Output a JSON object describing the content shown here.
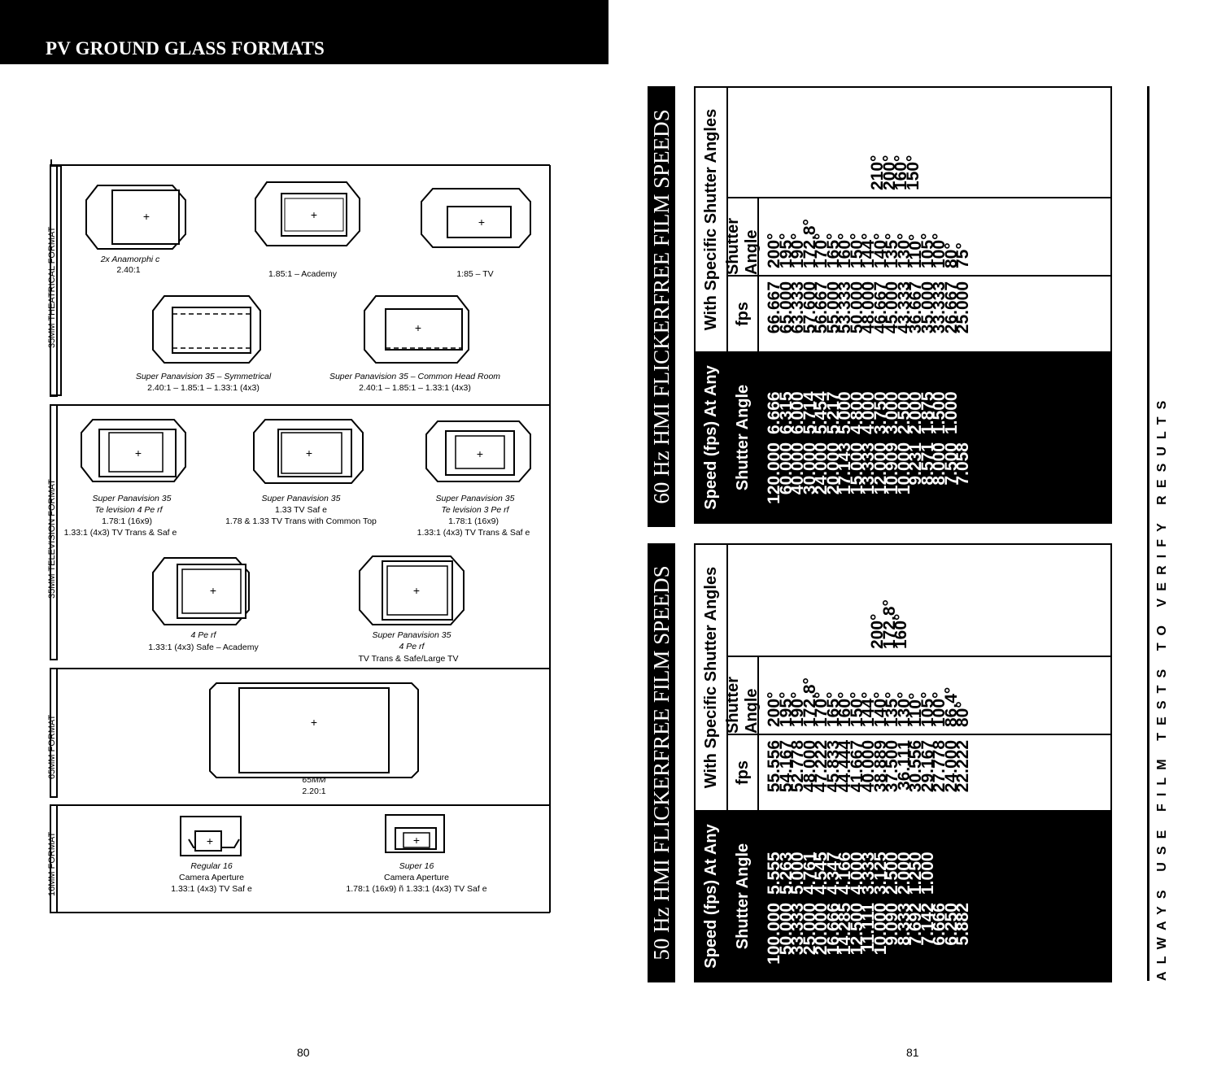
{
  "header": {
    "title": "PV GROUND GLASS FORMATS"
  },
  "pages": {
    "left": "80",
    "right": "81"
  },
  "formats": {
    "sections": [
      "35MM THEATRICAL FORMAT",
      "35MM TELEVISION FORMAT",
      "65MM FORMAT",
      "16MM FORMAT"
    ],
    "theatrical": [
      {
        "l1": "2x Anamorphi c",
        "l2": "2.40:1"
      },
      {
        "l1": "1.85:1 – Academy"
      },
      {
        "l1": "1:85 – TV"
      },
      {
        "l1": "Super Panavision 35 – Symmetrical",
        "l2": "2.40:1 – 1.85:1 – 1.33:1 (4x3)"
      },
      {
        "l1": "Super Panavision 35 – Common Head Room",
        "l2": "2.40:1 – 1.85:1 – 1.33:1 (4x3)"
      }
    ],
    "television": [
      {
        "l1": "Super Panavision 35",
        "l2": "Te levision 4 Pe rf",
        "l3": "1.78:1 (16x9)",
        "l4": "1.33:1 (4x3) TV Trans & Saf e"
      },
      {
        "l1": "Super Panavision 35",
        "l2": "1.33 TV Saf e",
        "l3": "1.78 & 1.33 TV Trans with Common Top"
      },
      {
        "l1": "Super Panavision 35",
        "l2": "Te levision 3 Pe rf",
        "l3": "1.78:1 (16x9)",
        "l4": "1.33:1 (4x3) TV Trans & Saf e"
      },
      {
        "l1": "4 Pe rf",
        "l2": "1.33:1 (4x3) Safe – Academy"
      },
      {
        "l1": "Super Panavision 35",
        "l2": "4 Pe rf",
        "l3": "TV Trans & Safe/Large TV"
      }
    ],
    "sixtyfive": {
      "l1": "65MM",
      "l2": "2.20:1"
    },
    "sixteen": [
      {
        "l1": "Regular 16",
        "l2": "Camera Aperture",
        "l3": "1.33:1 (4x3) TV Saf e"
      },
      {
        "l1": "Super 16",
        "l2": "Camera Aperture",
        "l3": "1.78:1 (16x9) ñ 1.33:1 (4x3) TV Saf e"
      }
    ]
  },
  "table50": {
    "title": "50 Hz HMI FLICKERFREE FILM SPEEDS",
    "head_any": "Speed (fps) At Any",
    "head_specific": "With Specific Shutter Angles",
    "sub_shutter": "Shutter Angle",
    "sub_fps": "fps",
    "any_speed": [
      "100.000",
      "50.000",
      "33.333",
      "25.000",
      "20.000",
      "16.666",
      "14.285",
      "12.500",
      "11.111",
      "10.000",
      "9.090",
      "8.333",
      "7.692",
      "7.142",
      "6.666",
      "6.250",
      "5.882"
    ],
    "any_second": [
      "5.555",
      "5.263",
      "5.000",
      "4.761",
      "4.545",
      "4.347",
      "4.166",
      "4.000",
      "3.333",
      "3.125",
      "2.500",
      "2.000",
      "1.250",
      "1.000"
    ],
    "fps": [
      "55.556",
      "54.167",
      "52.778",
      "48.000",
      "47.222",
      "45.833",
      "44.444",
      "41.667",
      "40.000",
      "38.889",
      "37.500",
      "36.111",
      "30.556",
      "29.167",
      "27.778",
      "24.000",
      "22.222"
    ],
    "angle": [
      "200°",
      "195°",
      "190°",
      "172.8°",
      "170°",
      "165°",
      "160°",
      "150°",
      "144°",
      "140°",
      "135°",
      "130°",
      "110°",
      "105°",
      "100°",
      "86.4°",
      "80°"
    ],
    "angle2": [
      "200°",
      "172.8°",
      "160°"
    ]
  },
  "table60": {
    "title": "60 Hz HMI FLICKERFREE FILM SPEEDS",
    "head_any": "Speed (fps) At Any",
    "head_specific": "With Specific Shutter Angles",
    "sub_shutter": "Shutter Angle",
    "sub_fps": "fps",
    "any_speed": [
      "120.000",
      "60.000",
      "40.000",
      "30.000",
      "24.000",
      "20.000",
      "17.143",
      "15.000",
      "13.333",
      "12.000",
      "10.909",
      "10.000",
      "9.231",
      "8.571",
      "8.000",
      "7.500",
      "7.058"
    ],
    "any_second": [
      "6.666",
      "6.315",
      "6.000",
      "5.714",
      "5.454",
      "5.217",
      "5.000",
      "4.800",
      "4.000",
      "3.750",
      "3.000",
      "2.500",
      "2.000",
      "1.875",
      "1.500",
      "1.000"
    ],
    "fps": [
      "66.667",
      "65.000",
      "63.333",
      "57.600",
      "56.667",
      "55.000",
      "53.333",
      "50.000",
      "48.000",
      "46.667",
      "45.000",
      "43.333",
      "36.667",
      "35.000",
      "33.333",
      "26.667",
      "25.000"
    ],
    "angle": [
      "200°",
      "195°",
      "190°",
      "172.8°",
      "170°",
      "165°",
      "160°",
      "150°",
      "144°",
      "140°",
      "135°",
      "130°",
      "110°",
      "105°",
      "100°",
      "80°",
      "75°"
    ],
    "angle2": [
      "210°",
      "200°",
      "160°",
      "150°"
    ]
  },
  "footer": {
    "note": "ALWAYS USE FILM TESTS TO VERIFY RESULTS"
  }
}
